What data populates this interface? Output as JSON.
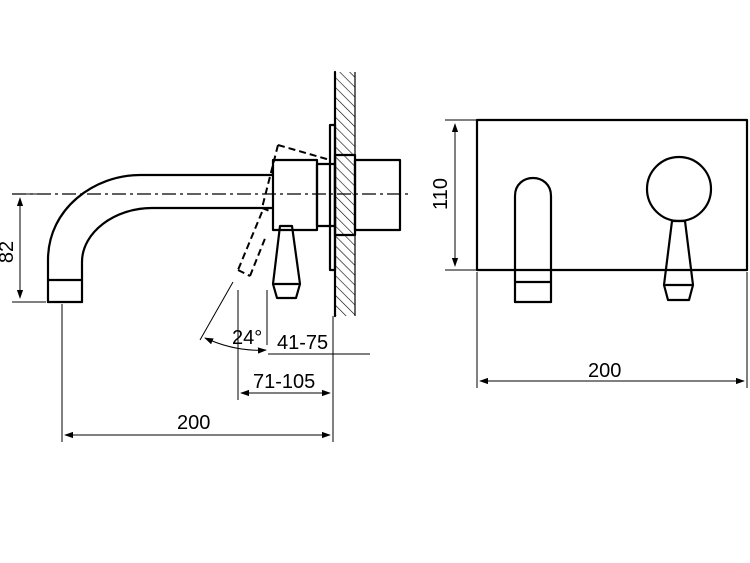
{
  "dimensions": {
    "side_height": "82",
    "rotation_angle": "24°",
    "wall_depth_range": "41-75",
    "box_offset_range": "71-105",
    "spout_projection": "200",
    "plate_height": "110",
    "plate_width": "200"
  }
}
